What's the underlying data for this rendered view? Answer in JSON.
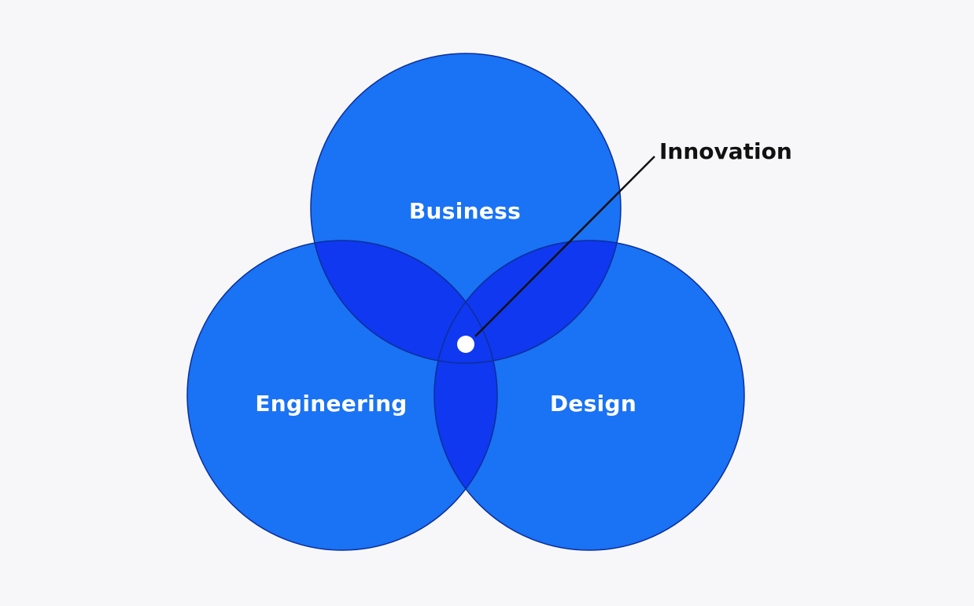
{
  "diagram": {
    "circles": [
      {
        "id": "business",
        "label": "Business"
      },
      {
        "id": "engineering",
        "label": "Engineering"
      },
      {
        "id": "design",
        "label": "Design"
      }
    ],
    "callout": {
      "label": "Innovation"
    }
  },
  "colors": {
    "background": "#f7f7f9",
    "circle_fill": "#1a72f5",
    "circle_stroke": "#0c2f9a",
    "overlap_fill": "#1038f0",
    "label_on_circle": "#ffffff",
    "callout_text": "#111111",
    "marker_dot": "#ffffff"
  }
}
